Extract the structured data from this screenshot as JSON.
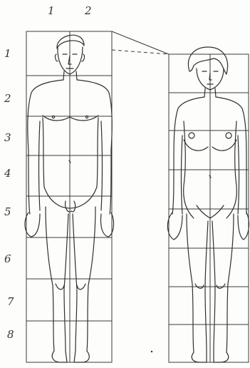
{
  "column_labels": [
    "1",
    "2"
  ],
  "row_labels": [
    "1",
    "2",
    "3",
    "4",
    "5",
    "6",
    "7",
    "8"
  ],
  "colors": {
    "paper": "#fdfdfb",
    "pencil": "#2f2f2f",
    "grid": "#3a3a3a"
  }
}
